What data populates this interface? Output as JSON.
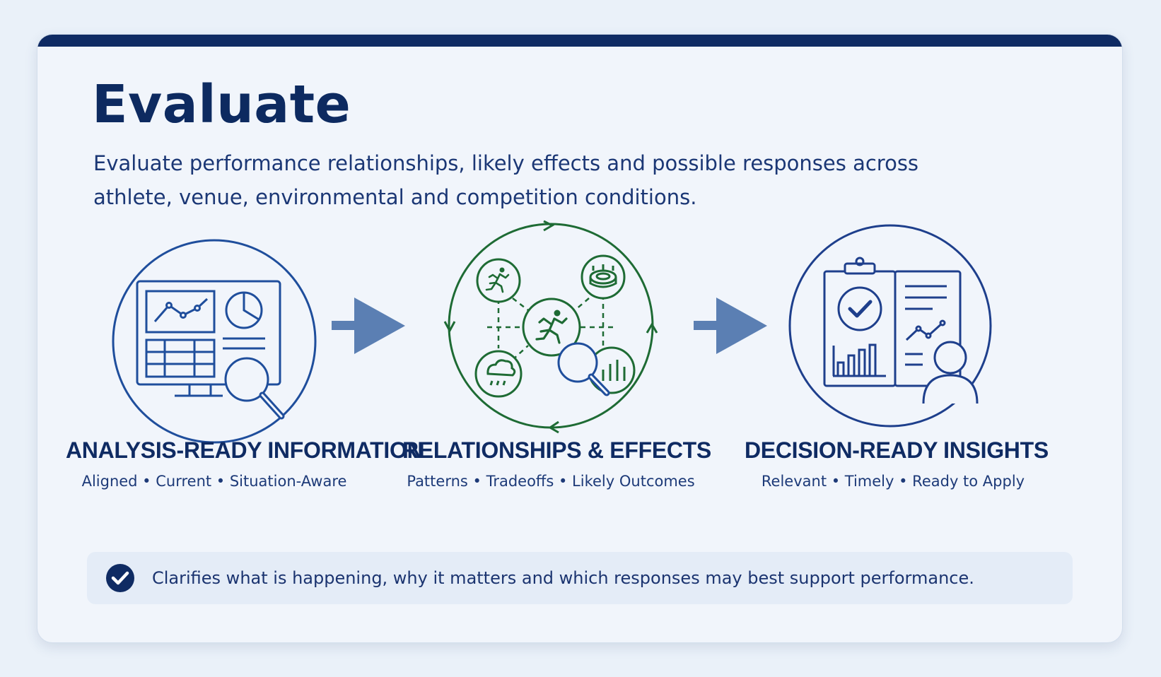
{
  "header": {
    "title": "Evaluate",
    "description": "Evaluate performance relationships, likely effects and possible responses across athlete, venue, environmental and competition conditions."
  },
  "steps": [
    {
      "title": "ANALYSIS-READY INFORMATION",
      "subtitle": "Aligned • Current • Situation-Aware",
      "icon": "monitor-dashboard-icon",
      "color": "#1f4e9c"
    },
    {
      "title": "RELATIONSHIPS & EFFECTS",
      "subtitle": "Patterns • Tradeoffs • Likely Outcomes",
      "icon": "relationship-network-icon",
      "color": "#1e6b34"
    },
    {
      "title": "DECISION-READY INSIGHTS",
      "subtitle": "Relevant • Timely • Ready to Apply",
      "icon": "clipboard-insights-icon",
      "color": "#1e3f8c"
    }
  ],
  "footer": {
    "text": "Clarifies what is happening, why it matters and which responses may best support performance.",
    "icon": "check-circle-icon"
  },
  "colors": {
    "navy": "#0f2b63",
    "blue": "#1f4e9c",
    "green": "#1e6b34",
    "arrow": "#5b7fb3"
  }
}
